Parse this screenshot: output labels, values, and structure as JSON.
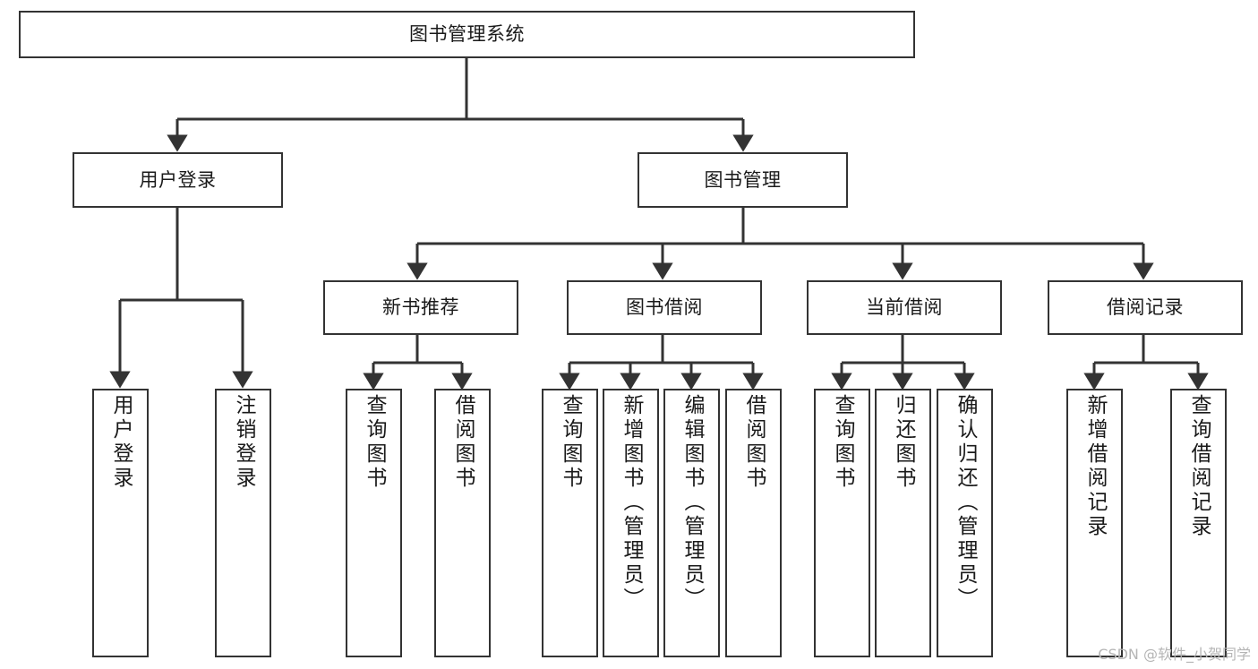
{
  "diagram": {
    "title": "图书管理系统",
    "type": "tree-hierarchy-chart",
    "watermark": "CSDN @软件_小贺同学",
    "colors": {
      "stroke": "#333333",
      "fill": "#ffffff",
      "text": "#1a1a1a",
      "watermark": "#b5b5b5"
    },
    "nodes": {
      "root": "图书管理系统",
      "level1": [
        "用户登录",
        "图书管理"
      ],
      "level2": [
        "新书推荐",
        "图书借阅",
        "当前借阅",
        "借阅记录"
      ],
      "leaves": {
        "user_login": [
          "用户登录",
          "注销登录"
        ],
        "new_book_recommend": [
          "查询图书",
          "借阅图书"
        ],
        "book_borrow": [
          "查询图书",
          "新增图书（管理员）",
          "编辑图书（管理员）",
          "借阅图书"
        ],
        "current_borrow": [
          "查询图书",
          "归还图书",
          "确认归还（管理员）"
        ],
        "borrow_records": [
          "新增借阅记录",
          "查询借阅记录"
        ]
      }
    }
  }
}
